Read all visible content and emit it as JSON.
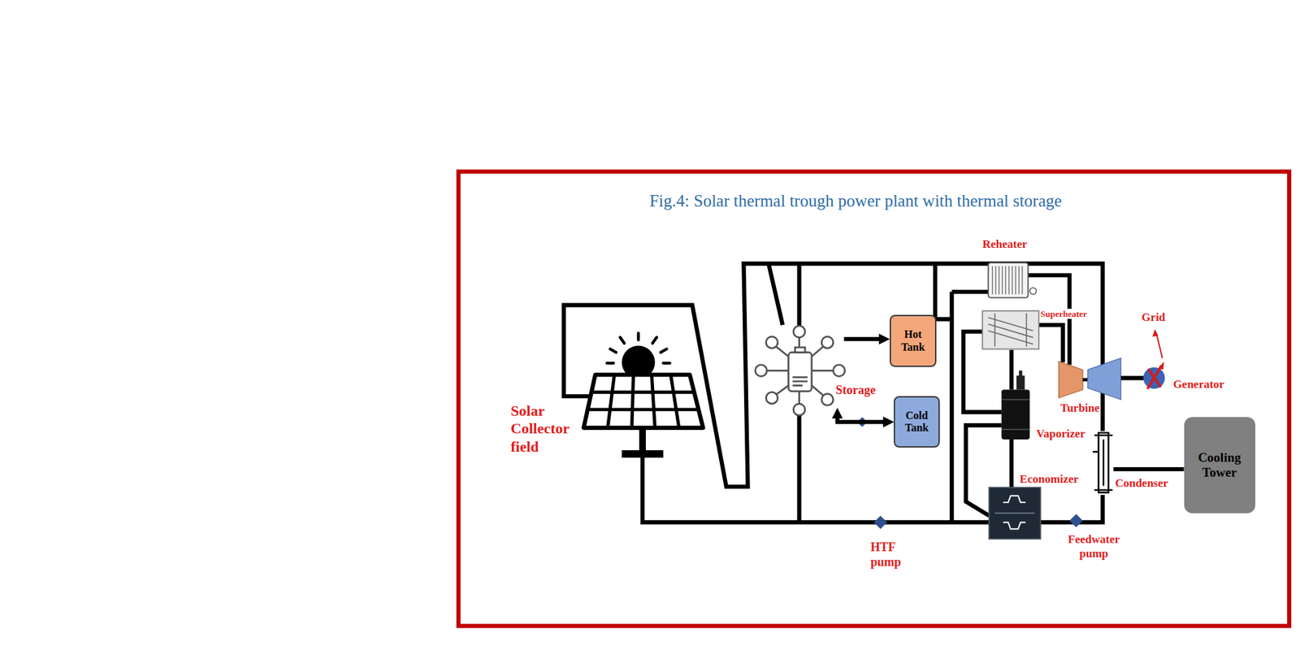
{
  "diagram": {
    "title": "Fig.4: Solar thermal trough power plant with thermal storage",
    "nodes": [
      {
        "text": [
          "Storage"
        ]
      },
      {
        "text": [
          "Hot Tank"
        ]
      },
      {
        "text": [
          "Cold Tank"
        ]
      },
      {
        "text": [
          "Condenser"
        ]
      },
      {
        "text": [
          "Cooling Tower"
        ]
      }
    ],
    "edges": [
      {
        "from": 0,
        "to": 1,
        "arrow": "to"
      },
      {
        "from": 0,
        "to": 2,
        "arrow": "both"
      },
      {
        "from": 3,
        "to": 4,
        "arrow": "none"
      }
    ],
    "labels": [
      "Reheater",
      "Superheater",
      "Grid",
      "Generator",
      "Turbine",
      "Solar Collector field",
      "Vaporizer",
      "Economizer",
      "HTF pump",
      "Feedwater pump"
    ]
  }
}
